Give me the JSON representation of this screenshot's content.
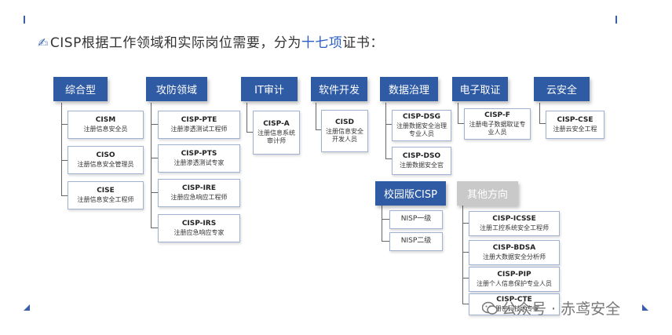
{
  "title": {
    "prefix": "CISP根据工作领域和实际岗位需要，分为",
    "highlight": "十七项",
    "suffix": "证书："
  },
  "categories": [
    {
      "label": "综合型",
      "items": [
        {
          "code": "CISM",
          "desc": "注册信息安全员"
        },
        {
          "code": "CISO",
          "desc": "注册信息安全管理员"
        },
        {
          "code": "CISE",
          "desc": "注册信息安全工程师"
        }
      ]
    },
    {
      "label": "攻防领域",
      "items": [
        {
          "code": "CISP-PTE",
          "desc": "注册渗透测试工程师"
        },
        {
          "code": "CISP-PTS",
          "desc": "注册渗透测试专家"
        },
        {
          "code": "CISP-IRE",
          "desc": "注册应急响应工程师"
        },
        {
          "code": "CISP-IRS",
          "desc": "注册应急响应专家"
        }
      ]
    },
    {
      "label": "IT审计",
      "items": [
        {
          "code": "CISP-A",
          "desc": "注册信息系统审计师"
        }
      ]
    },
    {
      "label": "软件开发",
      "items": [
        {
          "code": "CISD",
          "desc": "注册信息安全开发人员"
        }
      ]
    },
    {
      "label": "数据治理",
      "items": [
        {
          "code": "CISP-DSG",
          "desc": "注册数据安全治理专业人员"
        },
        {
          "code": "CISP-DSO",
          "desc": "注册数据安全官"
        }
      ]
    },
    {
      "label": "电子取证",
      "items": [
        {
          "code": "CISP-F",
          "desc": "注册电子数据取证专业人员"
        }
      ]
    },
    {
      "label": "云安全",
      "items": [
        {
          "code": "CISP-CSE",
          "desc": "注册云安全工程"
        }
      ]
    },
    {
      "label": "校园版CISP",
      "items": [
        {
          "code": "NISP一级",
          "desc": ""
        },
        {
          "code": "NISP二级",
          "desc": ""
        }
      ]
    },
    {
      "label": "其他方向",
      "items": [
        {
          "code": "CISP-ICSSE",
          "desc": "注册工控系统安全工程师"
        },
        {
          "code": "CISP-BDSA",
          "desc": "注册大数据安全分析师"
        },
        {
          "code": "CISP-PIP",
          "desc": "注册个人信息保护专业人员"
        },
        {
          "code": "CISP-CTE",
          "desc": "注册密码技术专家"
        }
      ]
    }
  ],
  "watermark": "公众号 · 赤鸢安全",
  "colors": {
    "category_bg": "#2f5ba5",
    "category_gray": "#c9c9c9",
    "highlight": "#2b5fc7"
  }
}
